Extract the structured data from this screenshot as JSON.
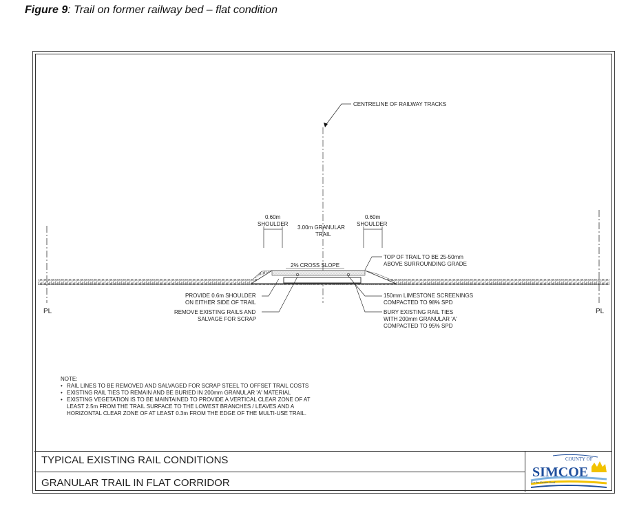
{
  "figure": {
    "number": "Figure 9",
    "title": ": Trail on former railway bed – flat condition"
  },
  "labels": {
    "centreline": "CENTRELINE OF RAILWAY TRACKS",
    "shoulder_width_left": "0.60m",
    "shoulder_left": "SHOULDER",
    "shoulder_width_right": "0.60m",
    "shoulder_right": "SHOULDER",
    "trail_width": "3.00m GRANULAR",
    "trail_word": "TRAIL",
    "cross_slope": "2% CROSS SLOPE",
    "top_of_trail_1": "TOP OF TRAIL TO BE 25-50mm",
    "top_of_trail_2": "ABOVE SURROUNDING GRADE",
    "provide_shoulder_1": "PROVIDE 0.6m SHOULDER",
    "provide_shoulder_2": "ON EITHER SIDE OF TRAIL",
    "remove_rails_1": "REMOVE EXISTING RAILS AND",
    "remove_rails_2": "SALVAGE FOR SCRAP",
    "limestone_1": "150mm LIMESTONE SCREENINGS",
    "limestone_2": "COMPACTED TO 98% SPD",
    "bury_ties_1": "BURY EXISTING RAIL TIES",
    "bury_ties_2": "WITH 200mm GRANULAR 'A'",
    "bury_ties_3": "COMPACTED TO 95% SPD",
    "property_line_left": "PL",
    "property_line_right": "PL"
  },
  "notes": {
    "heading": "NOTE:",
    "lines": [
      "RAIL LINES TO BE REMOVED AND SALVAGED FOR SCRAP STEEL TO OFFSET TRAIL COSTS",
      "EXISTING RAIL TIES TO REMAIN AND BE BURIED IN 200mm GRANULAR 'A' MATERIAL",
      "EXISTING VEGETATION IS TO BE MAINTAINED TO PROVIDE A VERTICAL CLEAR ZONE OF AT",
      "LEAST 2.5m FROM THE TRAIL SURFACE TO THE LOWEST BRANCHES / LEAVES AND A",
      "HORIZONTAL CLEAR ZONE OF AT LEAST 0.3m FROM THE EDGE OF THE MULTI-USE TRAIL."
    ]
  },
  "title_block": {
    "line1": "TYPICAL EXISTING RAIL CONDITIONS",
    "line2": "GRANULAR TRAIL IN FLAT CORRIDOR"
  },
  "logo": {
    "county_of": "COUNTY OF",
    "name": "SIMCOE",
    "tagline": "For the Greater Good",
    "colors": {
      "blue": "#1f4e9c",
      "yellow": "#f2c200",
      "lightblue": "#7fb3e0"
    }
  }
}
